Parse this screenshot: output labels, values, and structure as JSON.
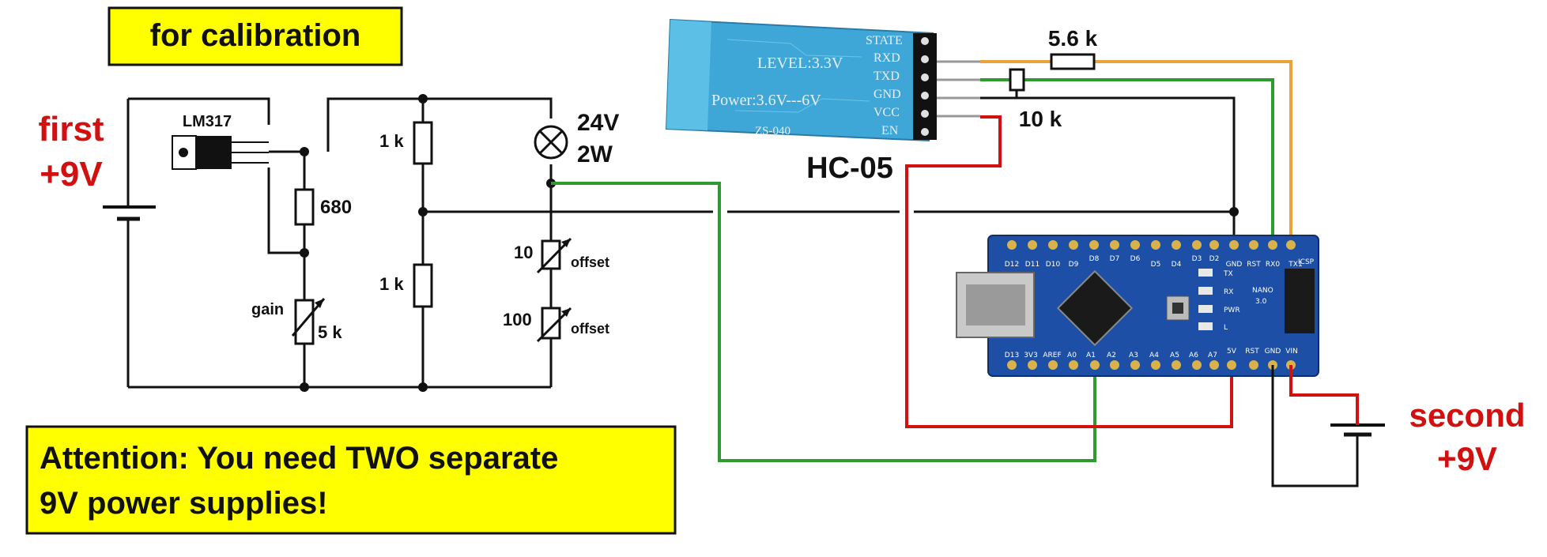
{
  "labels": {
    "calibration": "for calibration",
    "first_supply": [
      "first",
      "+9V"
    ],
    "second_supply": [
      "second",
      "+9V"
    ],
    "regulator": "LM317",
    "r680": "680",
    "gain": "gain",
    "gain_value": "5 k",
    "r1k_top": "1 k",
    "r1k_bottom": "1 k",
    "lamp": [
      "24V",
      "2W"
    ],
    "trim10": "10",
    "trim100": "100",
    "offset1": "offset",
    "offset2": "offset",
    "r56k": "5.6 k",
    "r10k": "10 k",
    "bt_module": "HC-05",
    "attention": [
      "Attention: You need TWO separate",
      "9V power supplies!"
    ]
  },
  "hc05": {
    "pins": [
      "STATE",
      "RXD",
      "TXD",
      "GND",
      "VCC",
      "EN"
    ],
    "level": "LEVEL:3.3V",
    "power": "Power:3.6V---6V",
    "model": "ZS-040"
  },
  "nano": {
    "top_pins": [
      "D12",
      "D11",
      "D10",
      "D9",
      "D8",
      "D7",
      "D6",
      "D5",
      "D4",
      "D3",
      "D2",
      "GND",
      "RST",
      "RX0",
      "TX1"
    ],
    "bottom_pins": [
      "D13",
      "3V3",
      "AREF",
      "A0",
      "A1",
      "A2",
      "A3",
      "A4",
      "A5",
      "A6",
      "A7",
      "5V",
      "RST",
      "GND",
      "VIN"
    ],
    "leds": [
      "TX",
      "RX",
      "PWR",
      "L"
    ],
    "board": [
      "NANO",
      "3.0"
    ],
    "icsp": "ICSP"
  },
  "colors": {
    "wire": "#111111",
    "green_wire": "#2f9a2f",
    "red_wire": "#d31010",
    "orange_wire": "#e8a33c",
    "highlight": "#ffff00",
    "pcb": "#1c4fa5",
    "bt_pcb": "#3fa7d8"
  }
}
